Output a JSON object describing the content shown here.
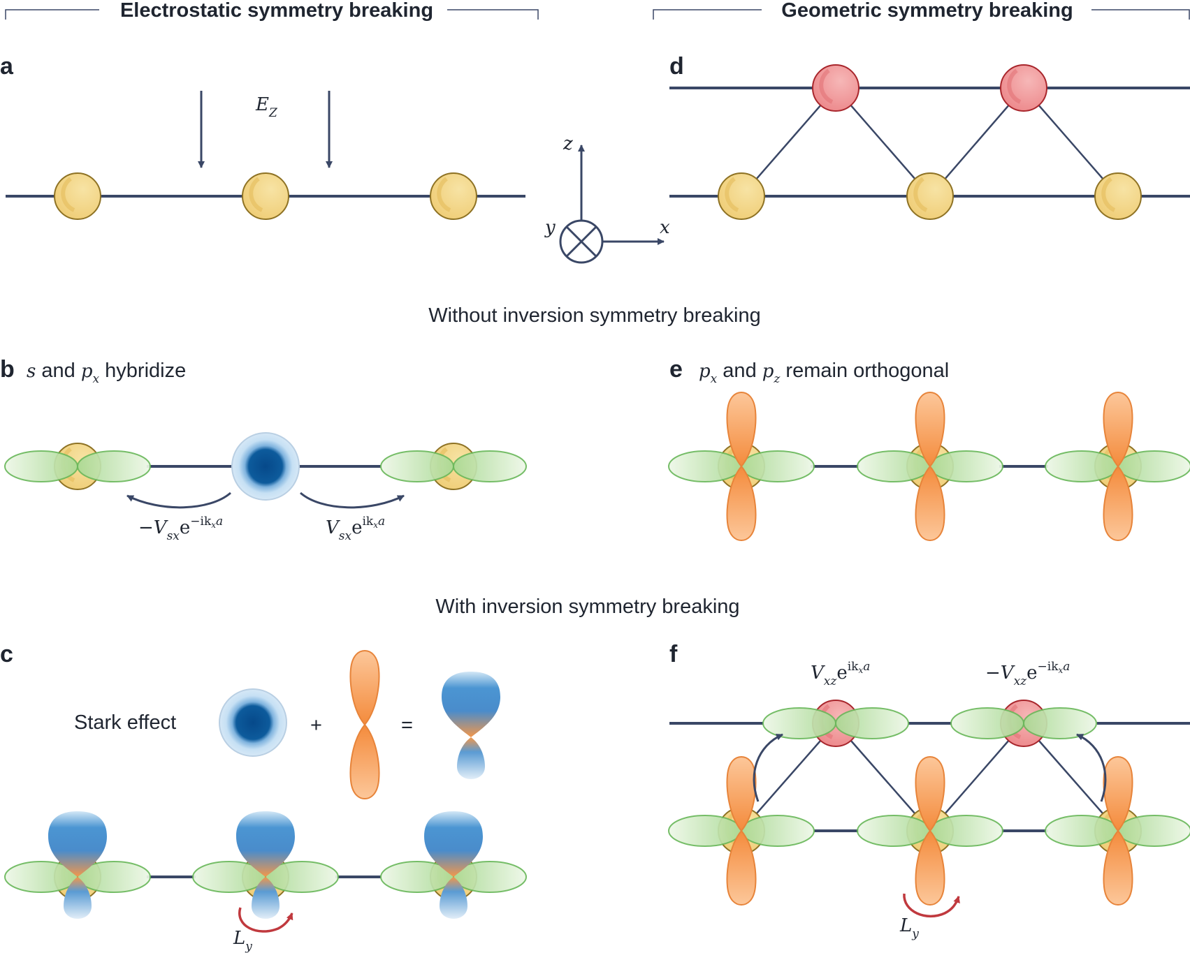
{
  "headers": {
    "left": "Electrostatic symmetry breaking",
    "right": "Geometric symmetry breaking"
  },
  "sections": {
    "without": "Without inversion symmetry breaking",
    "with": "With inversion symmetry breaking"
  },
  "panels": {
    "a": {
      "label": "a",
      "field": "E",
      "field_sub": "Z"
    },
    "b": {
      "label": "b",
      "title_s": "s",
      "title_and": " and ",
      "title_p": "p",
      "title_p_sub": "x",
      "title_rest": " hybridize",
      "hop_left": {
        "sign": "−",
        "V": "V",
        "sub": "sx",
        "e": "e",
        "sup": "−ik",
        "sup_sub": "x",
        "sup_a": "a"
      },
      "hop_right": {
        "V": "V",
        "sub": "sx",
        "e": "e",
        "sup": "ik",
        "sup_sub": "x",
        "sup_a": "a"
      }
    },
    "c": {
      "label": "c",
      "stark": "Stark effect",
      "plus": "+",
      "equals": "=",
      "L": "L",
      "L_sub": "y"
    },
    "d": {
      "label": "d"
    },
    "e": {
      "label": "e",
      "p1": "p",
      "p1_sub": "x",
      "and": " and ",
      "p2": "p",
      "p2_sub": "z",
      "rest": " remain orthogonal"
    },
    "f": {
      "label": "f",
      "hop_left": {
        "V": "V",
        "sub": "xz",
        "e": "e",
        "sup": "ik",
        "sup_sub": "x",
        "sup_a": "a"
      },
      "hop_right": {
        "sign": "−",
        "V": "V",
        "sub": "xz",
        "e": "e",
        "sup": "−ik",
        "sup_sub": "x",
        "sup_a": "a"
      },
      "L": "L",
      "L_sub": "y"
    }
  },
  "axes": {
    "z": "z",
    "y": "y",
    "x": "x"
  },
  "colors": {
    "line": "#3a4766",
    "atom_yellow": "#f1d27e",
    "atom_yellow_edge": "#8e7224",
    "atom_red": "#ef8c8e",
    "atom_red_edge": "#a8262c",
    "px_green": "#b9e0a4",
    "px_green_edge": "#6ab85b",
    "pz_orange": "#f6994c",
    "pz_orange_edge": "#e7843a",
    "s_blue": "#0f5d9e",
    "s_blue_light": "#cfe4f4",
    "rotation_red": "#c0393e"
  }
}
